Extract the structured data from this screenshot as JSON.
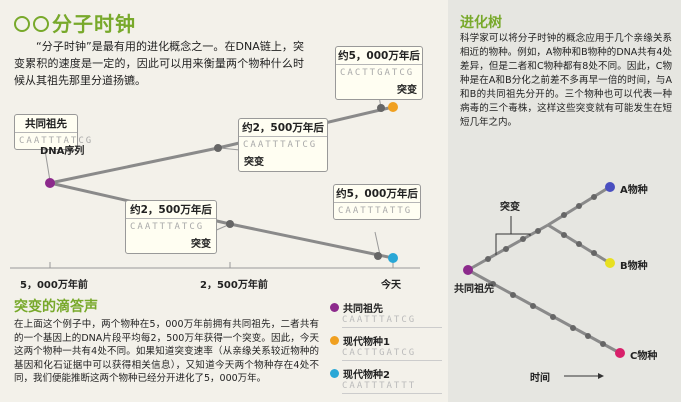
{
  "main": {
    "title": "分子时钟",
    "intro": "“分子时钟”是最有用的进化概念之一。在DNA链上，突变累积的速度是一定的，因此可以用来衡量两个物种什么时候从其祖先那里分道扬镳。",
    "boxes": {
      "ancestor": {
        "title": "共同祖先",
        "seq": "CAATTTATCG",
        "label": "DNA序列"
      },
      "mid_upper": {
        "title": "约2，500万年后",
        "seq": "CAATTTATCG",
        "mutation": "突变"
      },
      "top_right": {
        "title": "约5，000万年后",
        "seq": "CACTTGATCG",
        "mutation": "突变"
      },
      "mid_lower": {
        "title": "约2，500万年后",
        "seq": "CAATTTATCG",
        "mutation": "突变"
      },
      "bottom_right": {
        "title": "约5，000万年后",
        "seq": "CAATTTATTG"
      }
    },
    "axis": {
      "t1": "5，000万年前",
      "t2": "2，500万年前",
      "t3": "今天"
    },
    "bottom_title": "突变的滴答声",
    "bottom_text": "在上面这个例子中，两个物种在5，000万年前拥有共同祖先，二者共有的一个基因上的DNA片段平均每2，500万年获得一个突变。因此，今天这两个物种一共有4处不同。如果知道突变速率（从亲缘关系较近物种的基因和化石证据中可以获得相关信息），又知道今天两个物种存在4处不同，我们便能推断这两个物种已经分开进化了5，000万年。",
    "legend": [
      {
        "name": "共同祖先",
        "seq": "CAATTTATCG",
        "color": "#8c2a8c"
      },
      {
        "name": "现代物种1",
        "seq": "CACTTGATCG",
        "color": "#f0a020"
      },
      {
        "name": "现代物种2",
        "seq": "CAATTTATTT",
        "color": "#29a7d6"
      }
    ]
  },
  "side": {
    "title": "进化树",
    "text": "科学家可以将分子时钟的概念应用于几个亲缘关系相近的物种。例如，A物种和B物种的DNA共有4处差异，但是二者和C物种都有8处不同。因此，C物种是在A和B分化之前差不多再早一倍的时间，与A和B的共同祖先分开的。三个物种也可以代表一种病毒的三个毒株，这样这些突变就有可能发生在短短几年之内。",
    "labels": {
      "a": "A物种",
      "b": "B物种",
      "c": "C物种",
      "mutation": "突变",
      "ancestor": "共同祖先",
      "time": "时间"
    },
    "colors": {
      "a": "#4a4fc0",
      "b": "#e8e020",
      "c": "#d8206a",
      "ancestor": "#8c2a8c"
    }
  }
}
